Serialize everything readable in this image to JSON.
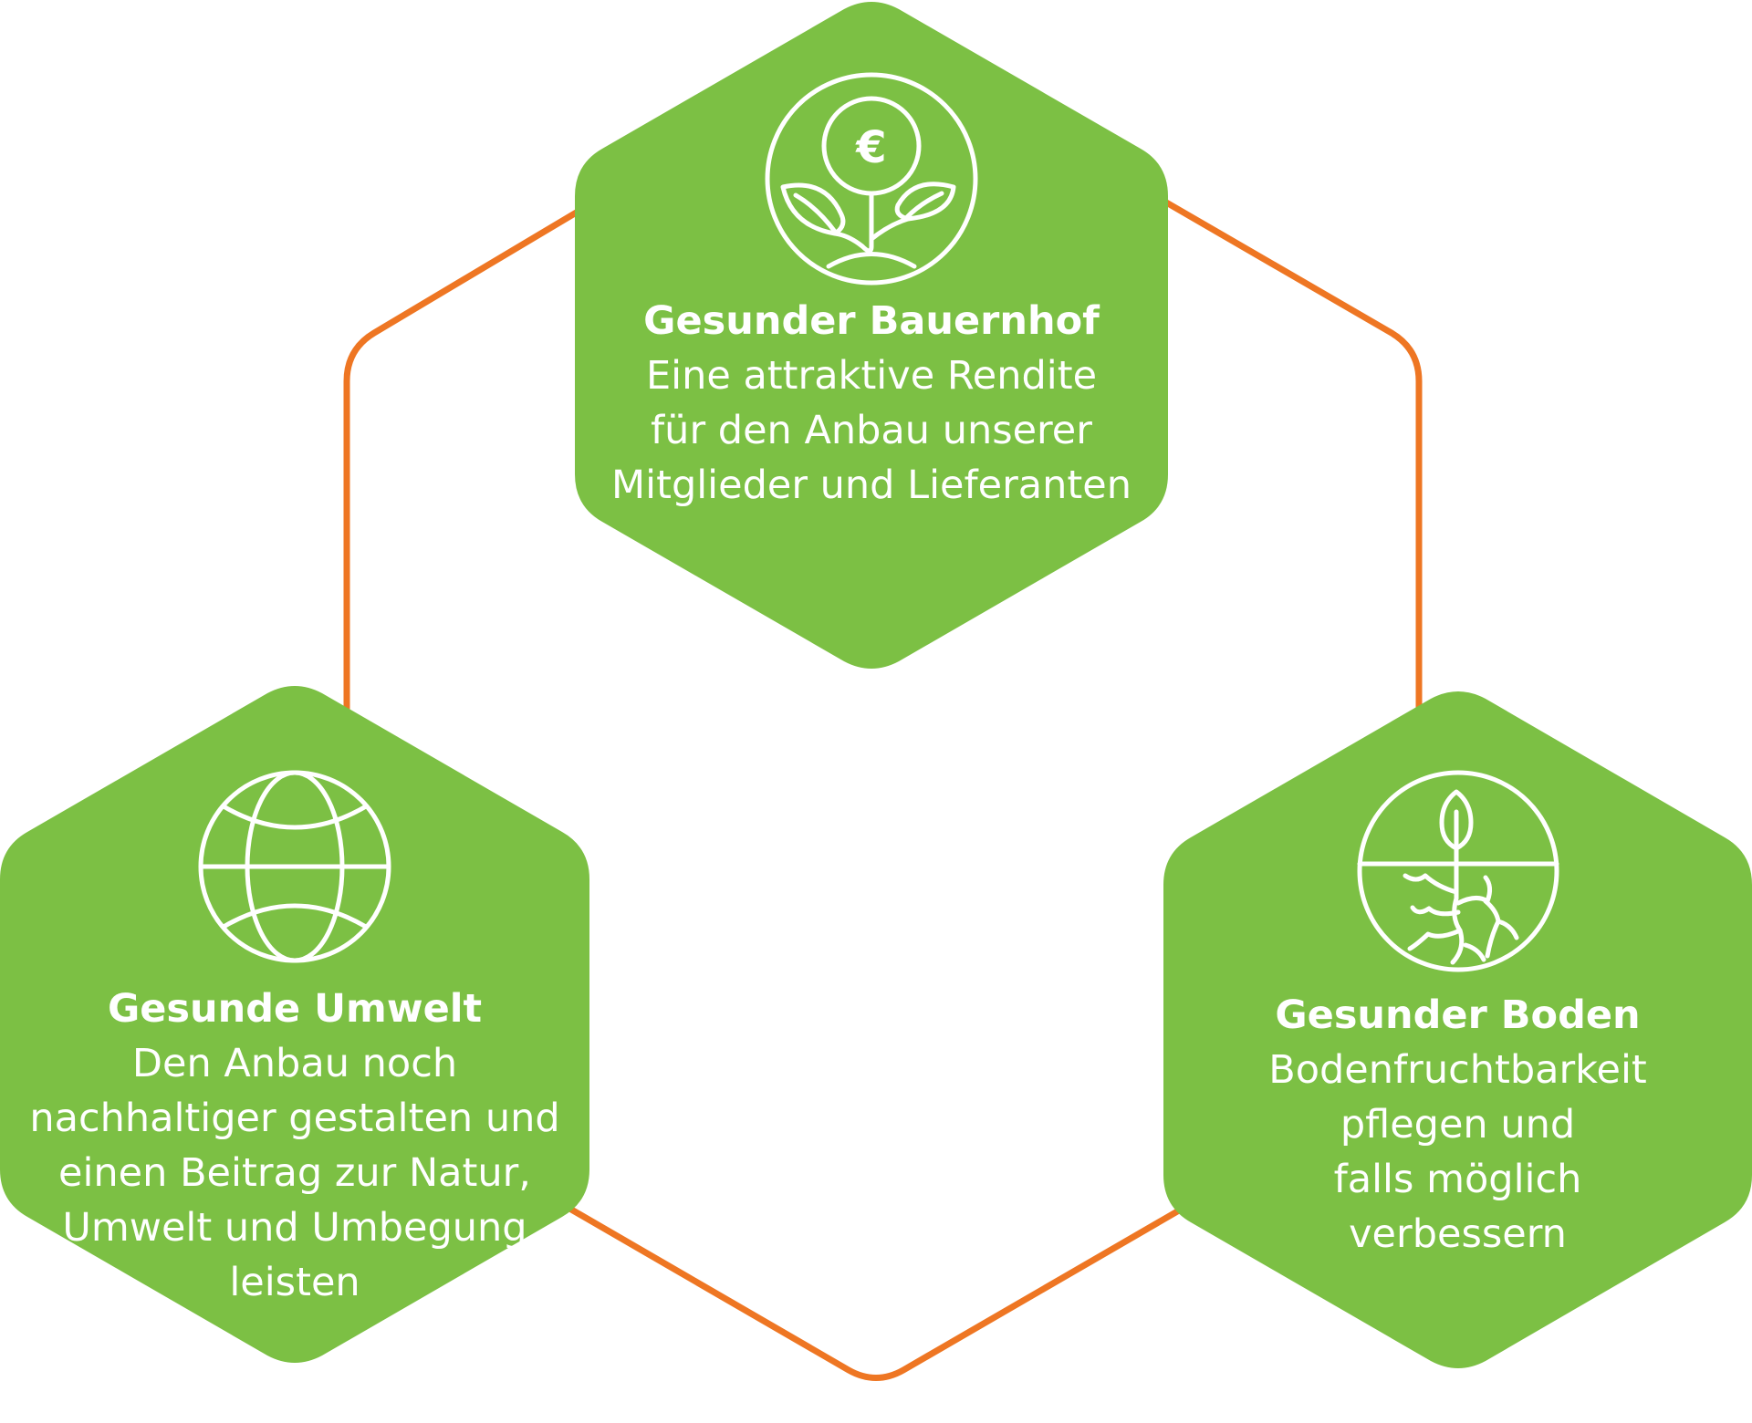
{
  "colors": {
    "hexagon_fill": "#7cc044",
    "connector_outline": "#ee7623",
    "icon_stroke": "#ffffff",
    "text": "#ffffff"
  },
  "nodes": {
    "top": {
      "icon": "euro-plant-icon",
      "icon_text": "€",
      "title": "Gesunder Bauernhof",
      "lines": [
        "Eine attraktive Rendite",
        "für den Anbau unserer",
        "Mitglieder und Lieferanten"
      ]
    },
    "left": {
      "icon": "globe-icon",
      "title": "Gesunde Umwelt",
      "lines": [
        "Den Anbau noch",
        "nachhaltiger gestalten und",
        "einen Beitrag zur Natur,",
        "Umwelt und Umbegung",
        "leisten"
      ]
    },
    "right": {
      "icon": "seedling-roots-icon",
      "title": "Gesunder Boden",
      "lines": [
        "Bodenfruchtbarkeit",
        "pflegen und",
        "falls möglich",
        "verbessern"
      ]
    }
  }
}
